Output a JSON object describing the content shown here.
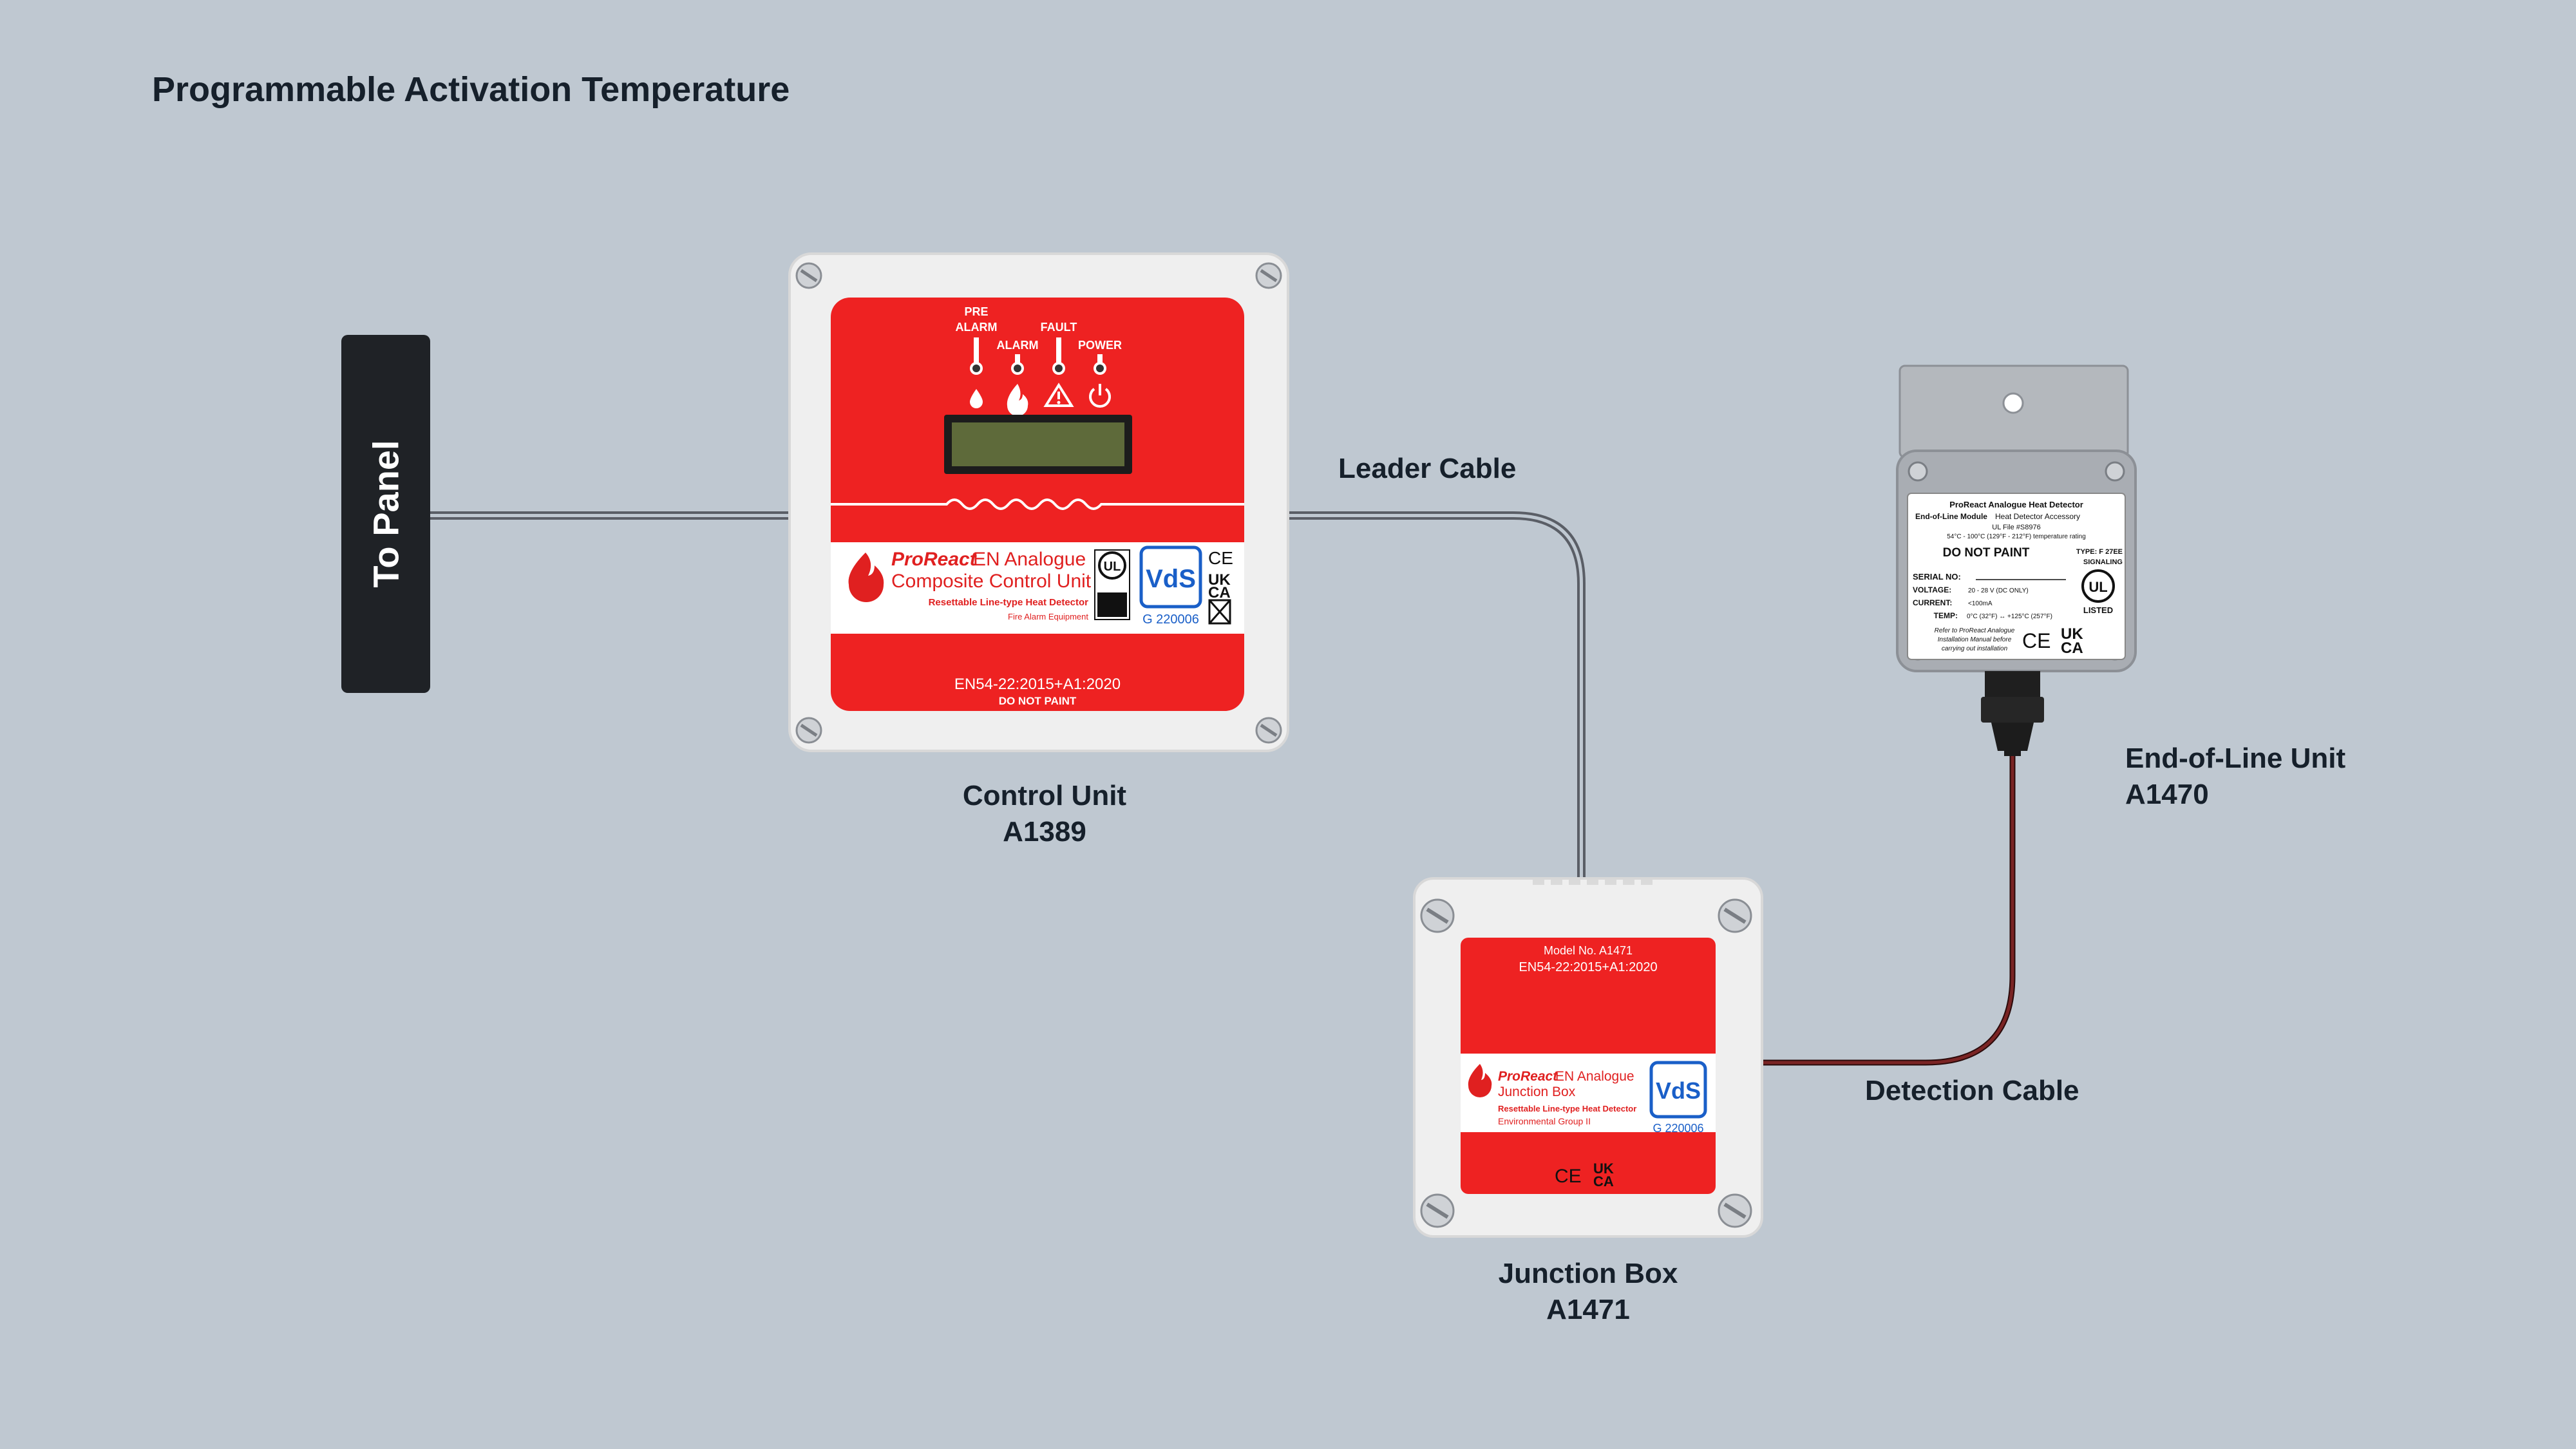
{
  "title": "Programmable Activation Temperature",
  "panel": {
    "label": "To Panel"
  },
  "cables": {
    "leader": "Leader Cable",
    "detection": "Detection Cable"
  },
  "control_unit": {
    "caption_name": "Control Unit",
    "caption_model": "A1389",
    "indicators": {
      "pre_alarm_line1": "PRE",
      "pre_alarm_line2": "ALARM",
      "alarm": "ALARM",
      "fault": "FAULT",
      "power": "POWER"
    },
    "brand": "ProReact",
    "product_line1": "EN Analogue",
    "product_line2": "Composite Control Unit",
    "sub1": "Resettable Line-type Heat Detector",
    "sub2": "Fire Alarm Equipment",
    "vds_code": "G 220006",
    "standard": "EN54-22:2015+A1:2020",
    "do_not_paint": "DO NOT PAINT"
  },
  "junction_box": {
    "caption_name": "Junction Box",
    "caption_model": "A1471",
    "model_no": "Model No. A1471",
    "standard": "EN54-22:2015+A1:2020",
    "brand": "ProReact",
    "product_line1": "EN Analogue",
    "product_line2": "Junction Box",
    "sub1": "Resettable Line-type Heat Detector",
    "sub2": "Environmental Group II",
    "vds_code": "G 220006"
  },
  "eol_unit": {
    "caption_name": "End-of-Line Unit",
    "caption_model": "A1470",
    "label_title": "ProReact Analogue Heat Detector",
    "label_line2_bold": "End-of-Line Module",
    "label_line2_rest": "Heat Detector Accessory",
    "ul_file": "UL File #S8976",
    "rating": "54°C - 100°C (129°F - 212°F) temperature rating",
    "do_not_paint": "DO NOT PAINT",
    "type_line1": "TYPE: F 27EE",
    "type_line2": "SIGNALING",
    "serial": "SERIAL NO:",
    "voltage_label": "VOLTAGE:",
    "voltage_value": "20 - 28 V  (DC ONLY)",
    "current_label": "CURRENT:",
    "current_value": "<100mA",
    "temp_label": "TEMP:",
    "temp_value": "0°C (32°F) ↔ +125°C (257°F)",
    "listed": "LISTED",
    "note1": "Refer to ProReact Analogue",
    "note2": "Installation Manual before",
    "note3": "carrying out installation"
  },
  "marks": {
    "ce": "CE",
    "ukca_1": "UK",
    "ukca_2": "CA",
    "ul": "UL",
    "vds": "VdS"
  },
  "colors": {
    "background": "#bfc8d1",
    "label_red": "#ee2222",
    "enclosure": "#efefef",
    "dark": "#1f2226",
    "detection_cable": "#6e1e1e",
    "leader_cable": "#5a5e66"
  }
}
